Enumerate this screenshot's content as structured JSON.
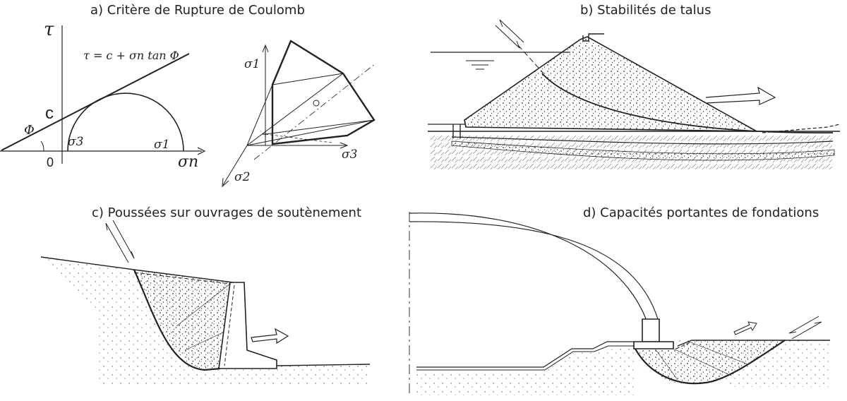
{
  "panels": {
    "a": {
      "title": "a) Critère de Rupture de Coulomb",
      "tau": "τ",
      "equation": "τ = c + σn tan Φ",
      "c": "c",
      "phi": "Φ",
      "zero": "0",
      "sigma3": "σ3",
      "sigma1": "σ1",
      "sigma_n": "σn",
      "sigma1_axis": "σ1",
      "sigma2_axis": "σ2",
      "sigma3_axis": "σ3"
    },
    "b": {
      "title": "b) Stabilités de talus"
    },
    "c": {
      "title": "c) Poussées sur ouvrages de soutènement"
    },
    "d": {
      "title": "d) Capacités portantes de fondations"
    }
  },
  "colors": {
    "ink": "#222222",
    "hatch": "#444444",
    "background": "#ffffff"
  }
}
